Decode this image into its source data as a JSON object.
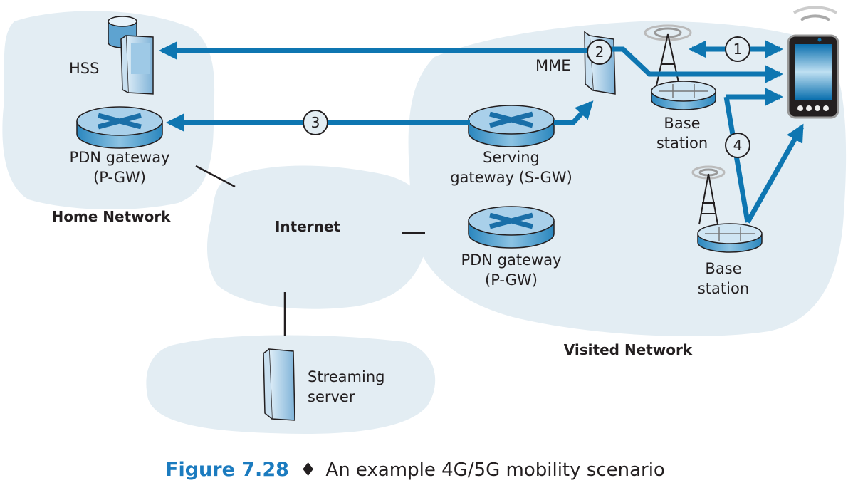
{
  "colors": {
    "cloud": "#e3edf3",
    "arrow": "#0e76b1",
    "caption_accent": "#1b7bbf",
    "text": "#231f20"
  },
  "home_network": {
    "label": "Home Network",
    "hss": "HSS",
    "pdn_gateway": [
      "PDN gateway",
      "(P-GW)"
    ]
  },
  "internet": {
    "label": "Internet"
  },
  "streaming": {
    "label": [
      "Streaming",
      "server"
    ]
  },
  "visited_network": {
    "label": "Visited Network",
    "mme": "MME",
    "serving_gateway": [
      "Serving",
      "gateway (S-GW)"
    ],
    "pdn_gateway": [
      "PDN gateway",
      "(P-GW)"
    ],
    "base_station_1": [
      "Base",
      "station"
    ],
    "base_station_2": [
      "Base",
      "station"
    ]
  },
  "steps": [
    "1",
    "2",
    "3",
    "4"
  ],
  "caption": {
    "figure": "Figure 7.28",
    "separator": "♦",
    "text": "An example 4G/5G mobility scenario"
  }
}
